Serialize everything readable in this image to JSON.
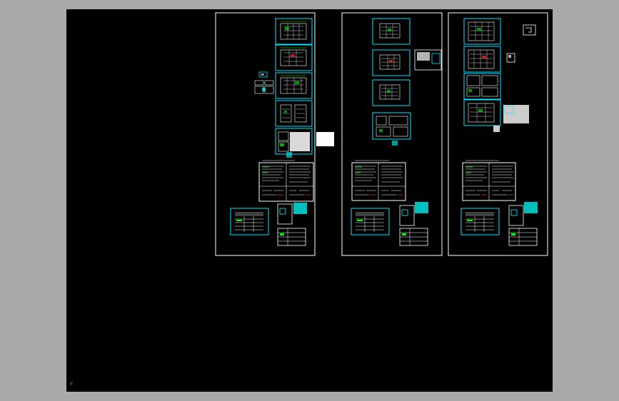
{
  "app": {
    "canvas_background": "#000000",
    "frame_background": "#a9a9a9"
  },
  "colors": {
    "sheet_border": "#ffffff",
    "drawing_frame": "#00e5ff",
    "linework": "#ffffff",
    "accent_green": "#00ff00",
    "accent_cyan": "#00ffff",
    "accent_red": "#ff3030"
  },
  "ucs_icon": {
    "name": "ucs-icon",
    "label": "Y"
  },
  "sheet_sets": [
    {
      "name": "sheet-set-1",
      "plan_count": 5,
      "has_title_table": true,
      "has_legend_panels": true
    },
    {
      "name": "sheet-set-2",
      "plan_count": 4,
      "has_title_table": true,
      "has_legend_panels": true
    },
    {
      "name": "sheet-set-3",
      "plan_count": 4,
      "has_title_table": true,
      "has_legend_panels": true
    }
  ]
}
